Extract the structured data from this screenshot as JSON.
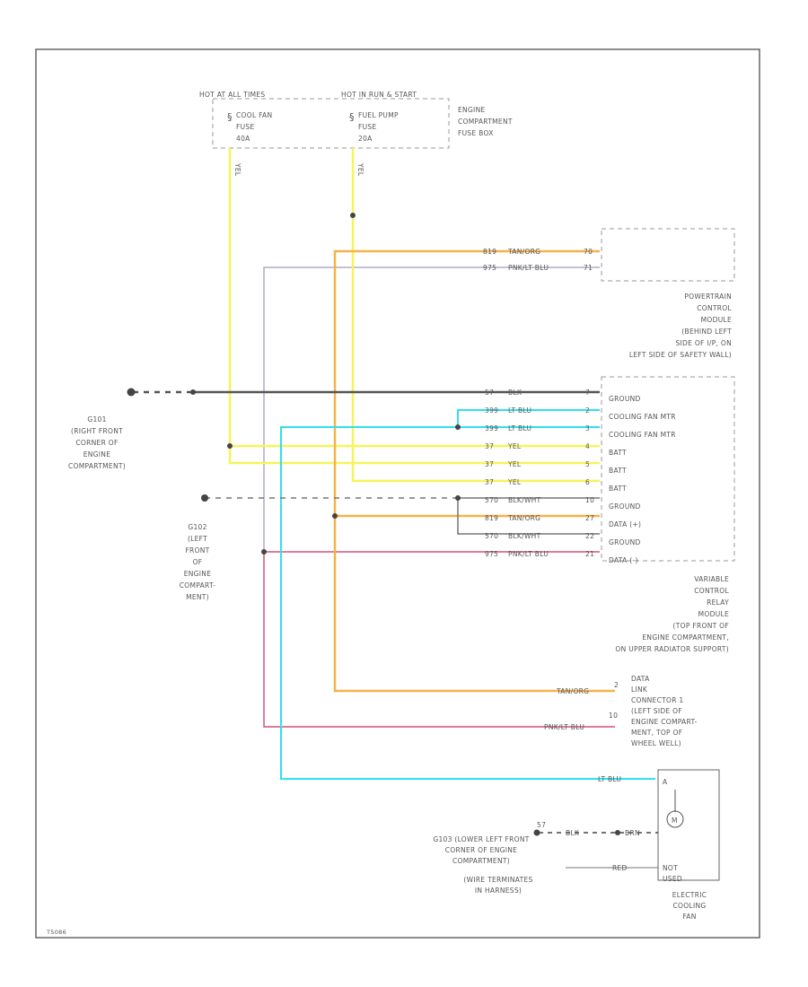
{
  "fuse_box": {
    "hot_left": "HOT AT ALL TIMES",
    "hot_right": "HOT IN RUN & START",
    "fuse1": [
      "COOL FAN",
      "FUSE",
      "40A"
    ],
    "fuse2": [
      "FUEL PUMP",
      "FUSE",
      "20A"
    ],
    "box_label": [
      "ENGINE",
      "COMPARTMENT",
      "FUSE BOX"
    ],
    "wire1": "YEL",
    "wire2": "YEL"
  },
  "pcm": {
    "pin_rows": [
      {
        "circuit": "819",
        "color": "TAN/ORG",
        "pin": "70"
      },
      {
        "circuit": "975",
        "color": "PNK/LT BLU",
        "pin": "71"
      }
    ],
    "label": [
      "POWERTRAIN",
      "CONTROL",
      "MODULE",
      "(BEHIND LEFT",
      "SIDE OF I/P, ON",
      "LEFT SIDE OF SAFETY WALL)"
    ]
  },
  "ground_g101": [
    "G101",
    "(RIGHT FRONT",
    "CORNER OF",
    "ENGINE",
    "COMPARTMENT)"
  ],
  "ground_g102": [
    "G102",
    "(LEFT",
    "FRONT",
    "OF",
    "ENGINE",
    "COMPART-",
    "MENT)"
  ],
  "relay": {
    "rows": [
      {
        "circuit": "57",
        "color": "BLK",
        "pin": "7",
        "terminal": "GROUND"
      },
      {
        "circuit": "399",
        "color": "LT BLU",
        "pin": "2",
        "terminal": "COOLING FAN MTR"
      },
      {
        "circuit": "399",
        "color": "LT BLU",
        "pin": "3",
        "terminal": "COOLING FAN MTR"
      },
      {
        "circuit": "37",
        "color": "YEL",
        "pin": "4",
        "terminal": "BATT"
      },
      {
        "circuit": "37",
        "color": "YEL",
        "pin": "5",
        "terminal": "BATT"
      },
      {
        "circuit": "37",
        "color": "YEL",
        "pin": "6",
        "terminal": "BATT"
      },
      {
        "circuit": "570",
        "color": "BLK/WHT",
        "pin": "10",
        "terminal": "GROUND"
      },
      {
        "circuit": "819",
        "color": "TAN/ORG",
        "pin": "27",
        "terminal": "DATA (+)"
      },
      {
        "circuit": "570",
        "color": "BLK/WHT",
        "pin": "22",
        "terminal": "GROUND"
      },
      {
        "circuit": "975",
        "color": "PNK/LT BLU",
        "pin": "21",
        "terminal": "DATA (-)"
      }
    ],
    "label": [
      "VARIABLE",
      "CONTROL",
      "RELAY",
      "MODULE",
      "(TOP FRONT OF",
      "ENGINE COMPARTMENT,",
      "ON UPPER RADIATOR SUPPORT)"
    ]
  },
  "dlc": {
    "wire1": "TAN/ORG",
    "pin1": "2",
    "wire2": "PNK/LT BLU",
    "pin2": "10",
    "label": [
      "DATA",
      "LINK",
      "CONNECTOR 1",
      "(LEFT SIDE OF",
      "ENGINE COMPART-",
      "MENT, TOP OF",
      "WHEEL WELL)"
    ]
  },
  "fan": {
    "wire_in": "LT BLU",
    "motor_symbol": "M",
    "ground_wire": "BLK",
    "ground_circuit": "57",
    "ground_pin": "BRN",
    "nu_wire": "RED",
    "nu_label": [
      "NOT",
      "USED"
    ],
    "label": [
      "ELECTRIC",
      "COOLING",
      "FAN"
    ]
  },
  "ground_g103": [
    "G103 (LOWER LEFT FRONT",
    "CORNER OF ENGINE",
    "COMPARTMENT)"
  ],
  "wire_terminates": [
    "(WIRE TERMINATES",
    "IN HARNESS)"
  ],
  "figure_id": "T5086",
  "colors": {
    "yellow": "#f5f55a",
    "orange": "#f5b24a",
    "cyan": "#2fe0f0",
    "pink": "#d0547a",
    "lavender": "#b3a9c9",
    "black": "#555555",
    "gray": "#8c8c8c"
  }
}
